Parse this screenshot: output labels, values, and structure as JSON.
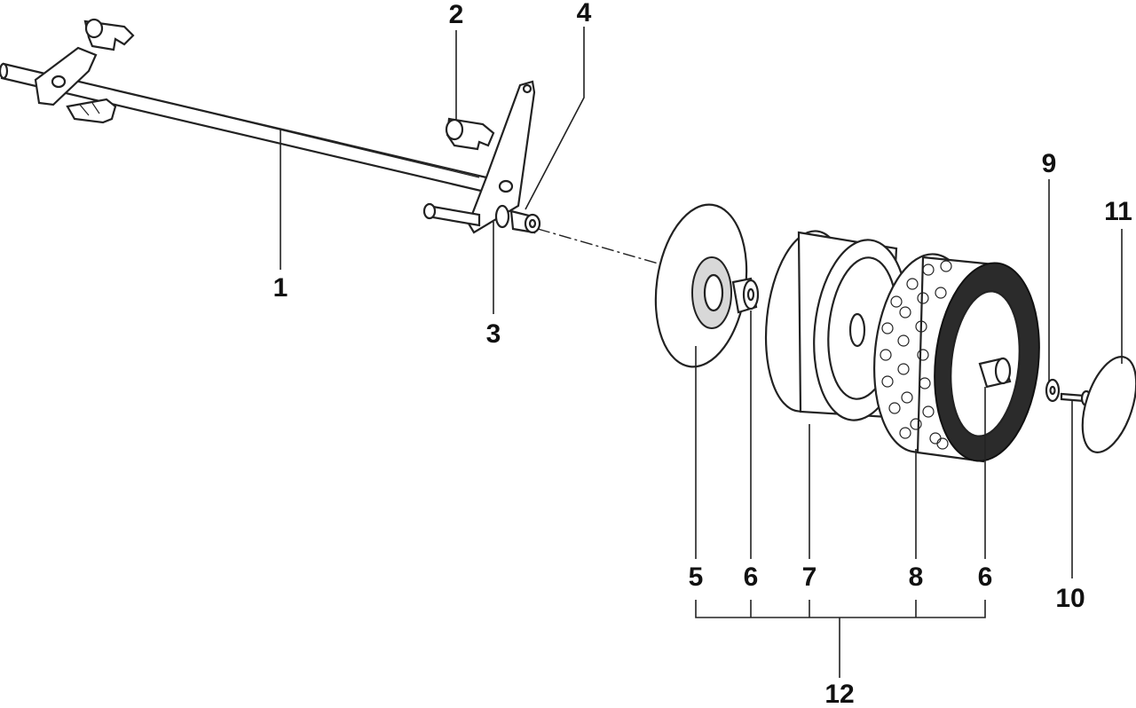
{
  "diagram": {
    "labels": {
      "l1": "1",
      "l2": "2",
      "l3": "3",
      "l4": "4",
      "l5": "5",
      "l6a": "6",
      "l7": "7",
      "l8": "8",
      "l6b": "6",
      "l9": "9",
      "l10": "10",
      "l11": "11",
      "l12": "12"
    }
  }
}
